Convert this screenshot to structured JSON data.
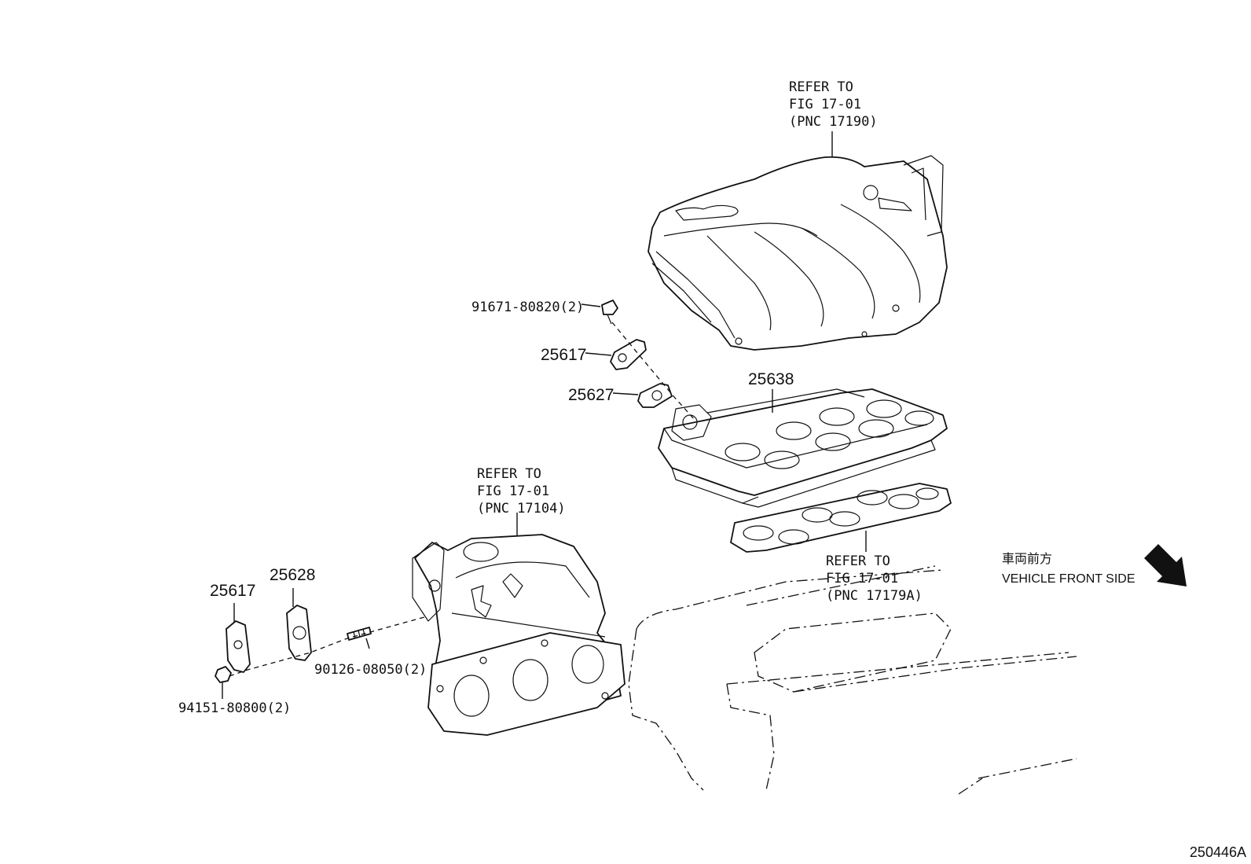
{
  "callouts": {
    "p_91671": "91671-80820(2)",
    "p_25617_upper": "25617",
    "p_25627": "25627",
    "p_25638": "25638",
    "p_25617_lower": "25617",
    "p_25628": "25628",
    "p_90126": "90126-08050(2)",
    "p_94151": "94151-80800(2)"
  },
  "references": {
    "intake_manifold": {
      "line1": "REFER TO",
      "line2": "FIG 17-01",
      "line3": "(PNC 17190)"
    },
    "exhaust_manifold": {
      "line1": "REFER TO",
      "line2": "FIG 17-01",
      "line3": "(PNC 17104)"
    },
    "gasket": {
      "line1": "REFER TO",
      "line2": "FIG 17-01",
      "line3": "(PNC 17179A)"
    }
  },
  "direction": {
    "japanese": "車両前方",
    "english": "VEHICLE FRONT SIDE",
    "icon": "arrow-down-right-icon"
  },
  "illustration_id": "250446A"
}
